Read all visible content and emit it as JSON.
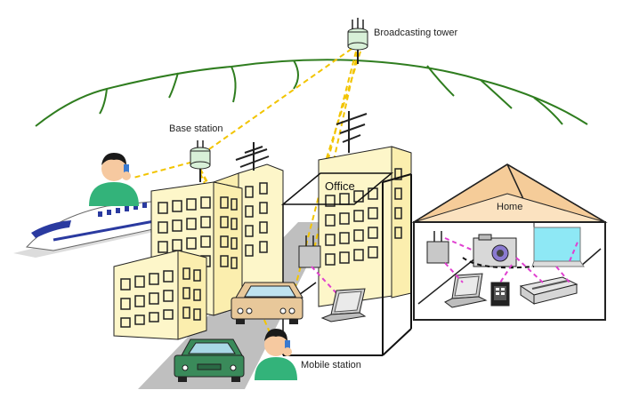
{
  "labels": {
    "broadcasting_tower": "Broadcasting tower",
    "base_station": "Base station",
    "office": "Office",
    "home": "Home",
    "mobile_station": "Mobile  station"
  },
  "colors": {
    "hill": "#2f7d1f",
    "signal_link": "#f2c400",
    "home_link": "#e040d0",
    "building_fill": "#fdf6c9",
    "window_stroke": "#222222",
    "road": "#bfbfbf",
    "tower_fill": "#d8f0d8",
    "car_tan": "#e8c89a",
    "car_green": "#3a8a5a",
    "shirt": "#33b37a",
    "roof": "#f5cc99",
    "tv_screen": "#8ee8f5"
  },
  "icons": {
    "broadcast": "broadcast-tower-icon",
    "base": "base-station-icon",
    "train": "bullet-train-icon",
    "person": "person-phone-icon",
    "car": "car-icon",
    "laptop": "laptop-icon",
    "router": "router-icon",
    "tv": "tv-icon",
    "printer": "printer-icon"
  }
}
